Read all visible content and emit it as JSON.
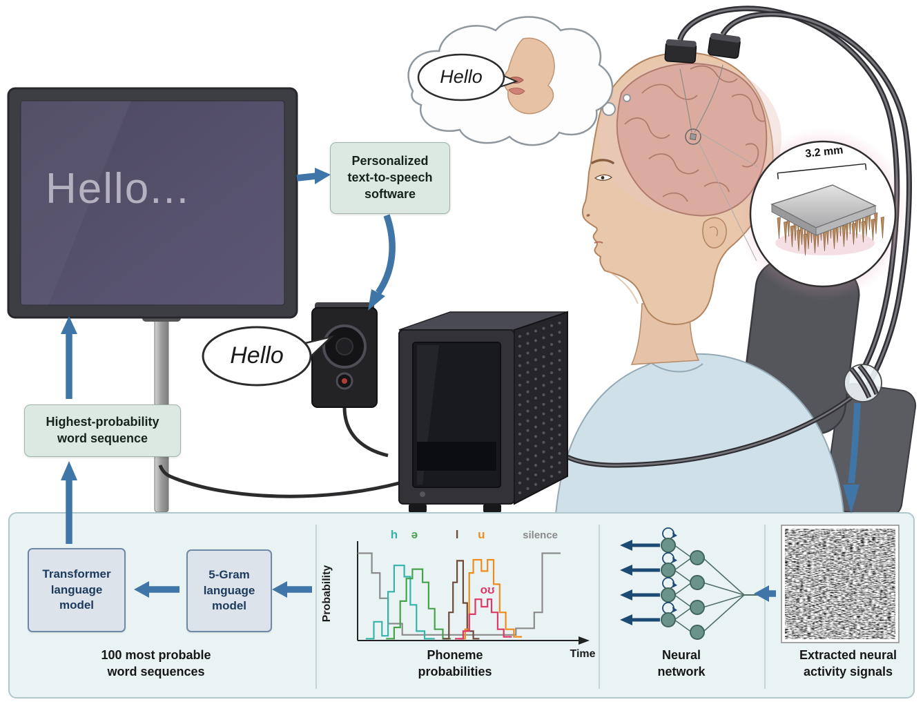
{
  "figure": {
    "screen_text": "Hello...",
    "thought_bubble_text": "Hello",
    "speaker_bubble_text": "Hello",
    "tts_box_label": "Personalized text-to-speech software",
    "highest_prob_label": "Highest-probability word sequence",
    "implant_width_label": "3.2 mm"
  },
  "panel": {
    "word_sequences": {
      "transformer_box_label": "Transformer language model",
      "ngram_box_label": "5-Gram language model",
      "caption": "100 most probable word sequences"
    },
    "phoneme": {
      "caption": "Phoneme probabilities"
    },
    "neural_network": {
      "caption": "Neural network",
      "rows": 4
    },
    "extracted": {
      "caption": "Extracted neural activity signals"
    }
  },
  "colors": {
    "arrow_blue": "#3f75a7",
    "arrow_dark": "#1d4a74",
    "node_fill": "#6a948b",
    "node_stroke": "#3f655c",
    "panel_bg": "#eaf3f3",
    "panel_border": "#b0c8cc",
    "green_box_bg": "#dbe9e2",
    "green_box_border": "#9eb4a8",
    "model_box_bg": "#dde3eb",
    "model_box_border": "#6e89a8"
  },
  "chart_data": {
    "type": "line",
    "subtype": "step",
    "title": "Phoneme probabilities",
    "xlabel": "Time",
    "ylabel": "Probability",
    "xlim": [
      0,
      100
    ],
    "ylim": [
      0,
      1
    ],
    "grid": false,
    "series": [
      {
        "name": "silence",
        "color": "#8a8a8a",
        "points": [
          [
            0,
            0.93
          ],
          [
            7,
            0.93
          ],
          [
            7,
            0.72
          ],
          [
            11,
            0.72
          ],
          [
            11,
            0.45
          ],
          [
            15,
            0.45
          ],
          [
            15,
            0.18
          ],
          [
            22,
            0.18
          ],
          [
            22,
            0.06
          ],
          [
            78,
            0.06
          ],
          [
            78,
            0.13
          ],
          [
            87,
            0.13
          ],
          [
            87,
            0.3
          ],
          [
            91,
            0.3
          ],
          [
            91,
            0.93
          ],
          [
            100,
            0.93
          ]
        ]
      },
      {
        "name": "h",
        "color": "#35b3a8",
        "points": [
          [
            4,
            0.02
          ],
          [
            8,
            0.02
          ],
          [
            8,
            0.2
          ],
          [
            12,
            0.2
          ],
          [
            12,
            0.05
          ],
          [
            15,
            0.05
          ],
          [
            15,
            0.52
          ],
          [
            18,
            0.52
          ],
          [
            18,
            0.8
          ],
          [
            23,
            0.8
          ],
          [
            23,
            0.68
          ],
          [
            26,
            0.68
          ],
          [
            26,
            0.38
          ],
          [
            29,
            0.38
          ],
          [
            29,
            0.1
          ],
          [
            33,
            0.1
          ],
          [
            33,
            0.02
          ],
          [
            38,
            0.02
          ]
        ]
      },
      {
        "name": "ə",
        "color": "#46a34c",
        "points": [
          [
            14,
            0.02
          ],
          [
            18,
            0.02
          ],
          [
            18,
            0.14
          ],
          [
            21,
            0.14
          ],
          [
            21,
            0.42
          ],
          [
            24,
            0.42
          ],
          [
            24,
            0.66
          ],
          [
            27,
            0.66
          ],
          [
            27,
            0.76
          ],
          [
            32,
            0.76
          ],
          [
            32,
            0.62
          ],
          [
            35,
            0.62
          ],
          [
            35,
            0.34
          ],
          [
            38,
            0.34
          ],
          [
            38,
            0.12
          ],
          [
            42,
            0.12
          ],
          [
            42,
            0.02
          ],
          [
            46,
            0.02
          ]
        ]
      },
      {
        "name": "l",
        "color": "#6d4a37",
        "points": [
          [
            42,
            0.02
          ],
          [
            45,
            0.02
          ],
          [
            45,
            0.3
          ],
          [
            47,
            0.3
          ],
          [
            47,
            0.62
          ],
          [
            49,
            0.62
          ],
          [
            49,
            0.85
          ],
          [
            52,
            0.85
          ],
          [
            52,
            0.4
          ],
          [
            54,
            0.4
          ],
          [
            54,
            0.1
          ],
          [
            57,
            0.1
          ],
          [
            57,
            0.02
          ],
          [
            60,
            0.02
          ]
        ]
      },
      {
        "name": "u",
        "color": "#ef8b1d",
        "points": [
          [
            50,
            0.02
          ],
          [
            53,
            0.02
          ],
          [
            53,
            0.12
          ],
          [
            55,
            0.12
          ],
          [
            55,
            0.72
          ],
          [
            57,
            0.72
          ],
          [
            57,
            0.86
          ],
          [
            61,
            0.86
          ],
          [
            61,
            0.74
          ],
          [
            64,
            0.74
          ],
          [
            64,
            0.86
          ],
          [
            67,
            0.86
          ],
          [
            67,
            0.6
          ],
          [
            70,
            0.6
          ],
          [
            70,
            0.3
          ],
          [
            73,
            0.3
          ],
          [
            73,
            0.12
          ],
          [
            77,
            0.12
          ],
          [
            77,
            0.04
          ],
          [
            81,
            0.04
          ]
        ]
      },
      {
        "name": "oʊ",
        "color": "#de3768",
        "points": [
          [
            48,
            0.02
          ],
          [
            52,
            0.02
          ],
          [
            52,
            0.1
          ],
          [
            55,
            0.1
          ],
          [
            55,
            0.28
          ],
          [
            58,
            0.28
          ],
          [
            58,
            0.44
          ],
          [
            61,
            0.44
          ],
          [
            61,
            0.36
          ],
          [
            64,
            0.36
          ],
          [
            64,
            0.44
          ],
          [
            66,
            0.44
          ],
          [
            66,
            0.3
          ],
          [
            69,
            0.3
          ],
          [
            69,
            0.12
          ],
          [
            72,
            0.12
          ],
          [
            72,
            0.04
          ],
          [
            76,
            0.04
          ]
        ]
      }
    ],
    "labels": [
      {
        "text": "h",
        "color": "#35b3a8",
        "x": 18,
        "y": 1.05
      },
      {
        "text": "ə",
        "color": "#46a34c",
        "x": 28,
        "y": 1.05
      },
      {
        "text": "l",
        "color": "#6d4a37",
        "x": 49,
        "y": 1.05
      },
      {
        "text": "u",
        "color": "#ef8b1d",
        "x": 61,
        "y": 1.05
      },
      {
        "text": "oʊ",
        "color": "#de3768",
        "x": 64,
        "y": 0.5
      },
      {
        "text": "silence",
        "color": "#8a8a8a",
        "x": 90,
        "y": 1.05
      }
    ],
    "legend": "inline-labels"
  }
}
